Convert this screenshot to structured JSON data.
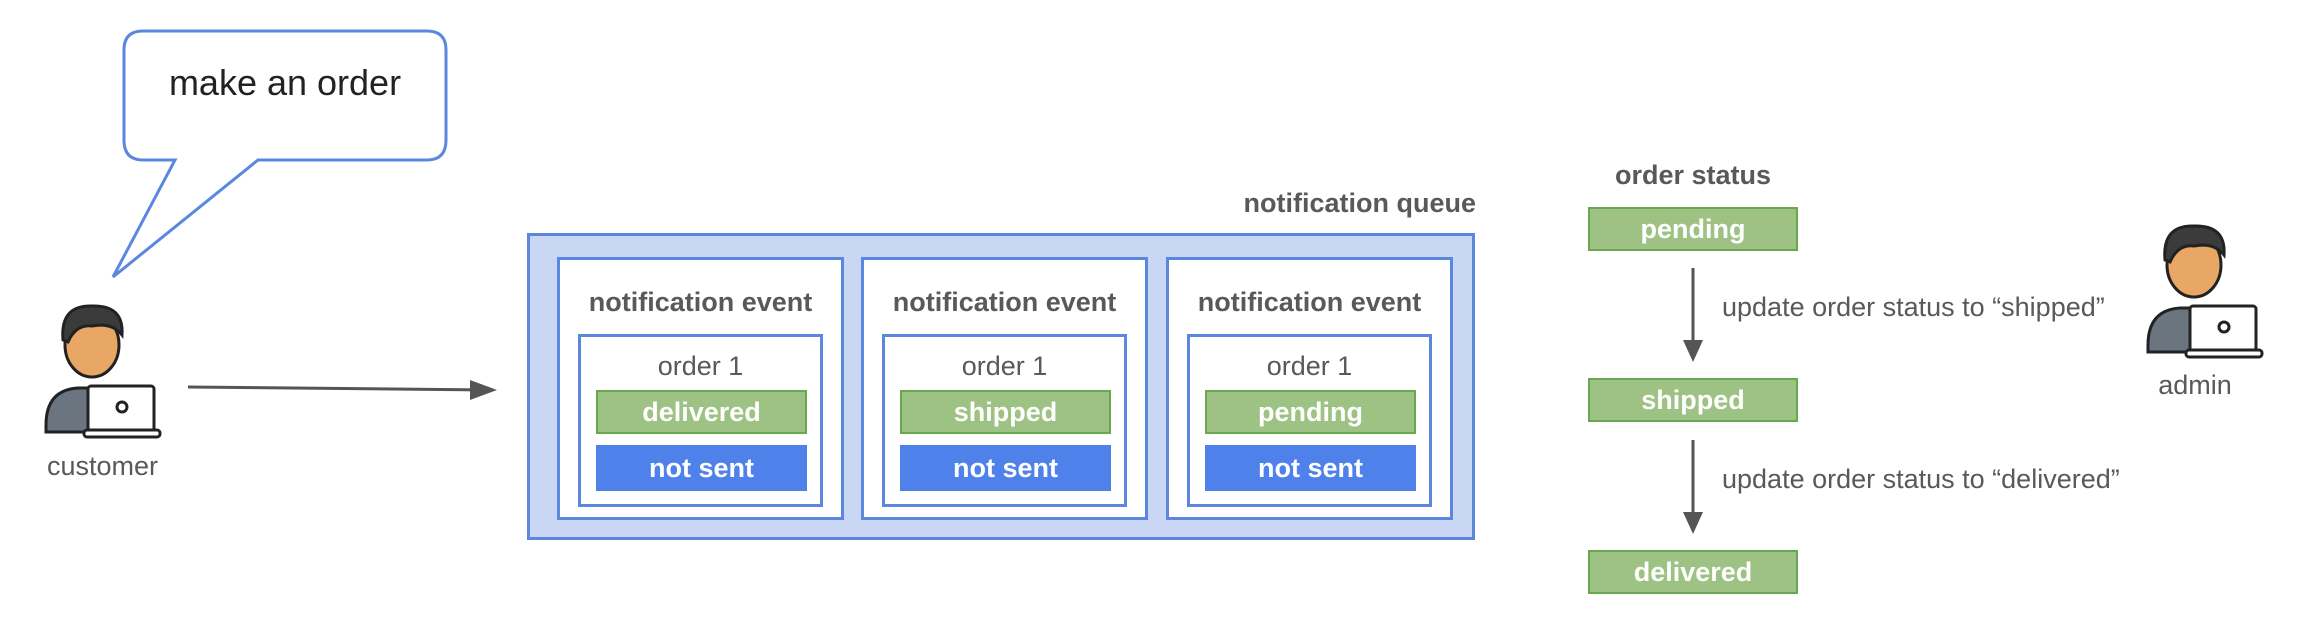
{
  "speech_bubble": {
    "text": "make an order"
  },
  "customer": {
    "label": "customer"
  },
  "admin": {
    "label": "admin"
  },
  "queue": {
    "title": "notification queue",
    "events": [
      {
        "title": "notification event",
        "order": "order 1",
        "status": "delivered",
        "notification": "not sent"
      },
      {
        "title": "notification event",
        "order": "order 1",
        "status": "shipped",
        "notification": "not sent"
      },
      {
        "title": "notification event",
        "order": "order 1",
        "status": "pending",
        "notification": "not sent"
      }
    ]
  },
  "order_status": {
    "heading": "order status",
    "states": [
      "pending",
      "shipped",
      "delivered"
    ],
    "transitions": [
      "update order status to “shipped”",
      "update order status to “delivered”"
    ]
  },
  "colors": {
    "accent_blue": "#5b87df",
    "queue_fill": "#c9d7f5",
    "status_green": "#9dc283",
    "not_sent_blue": "#4f81ea"
  }
}
